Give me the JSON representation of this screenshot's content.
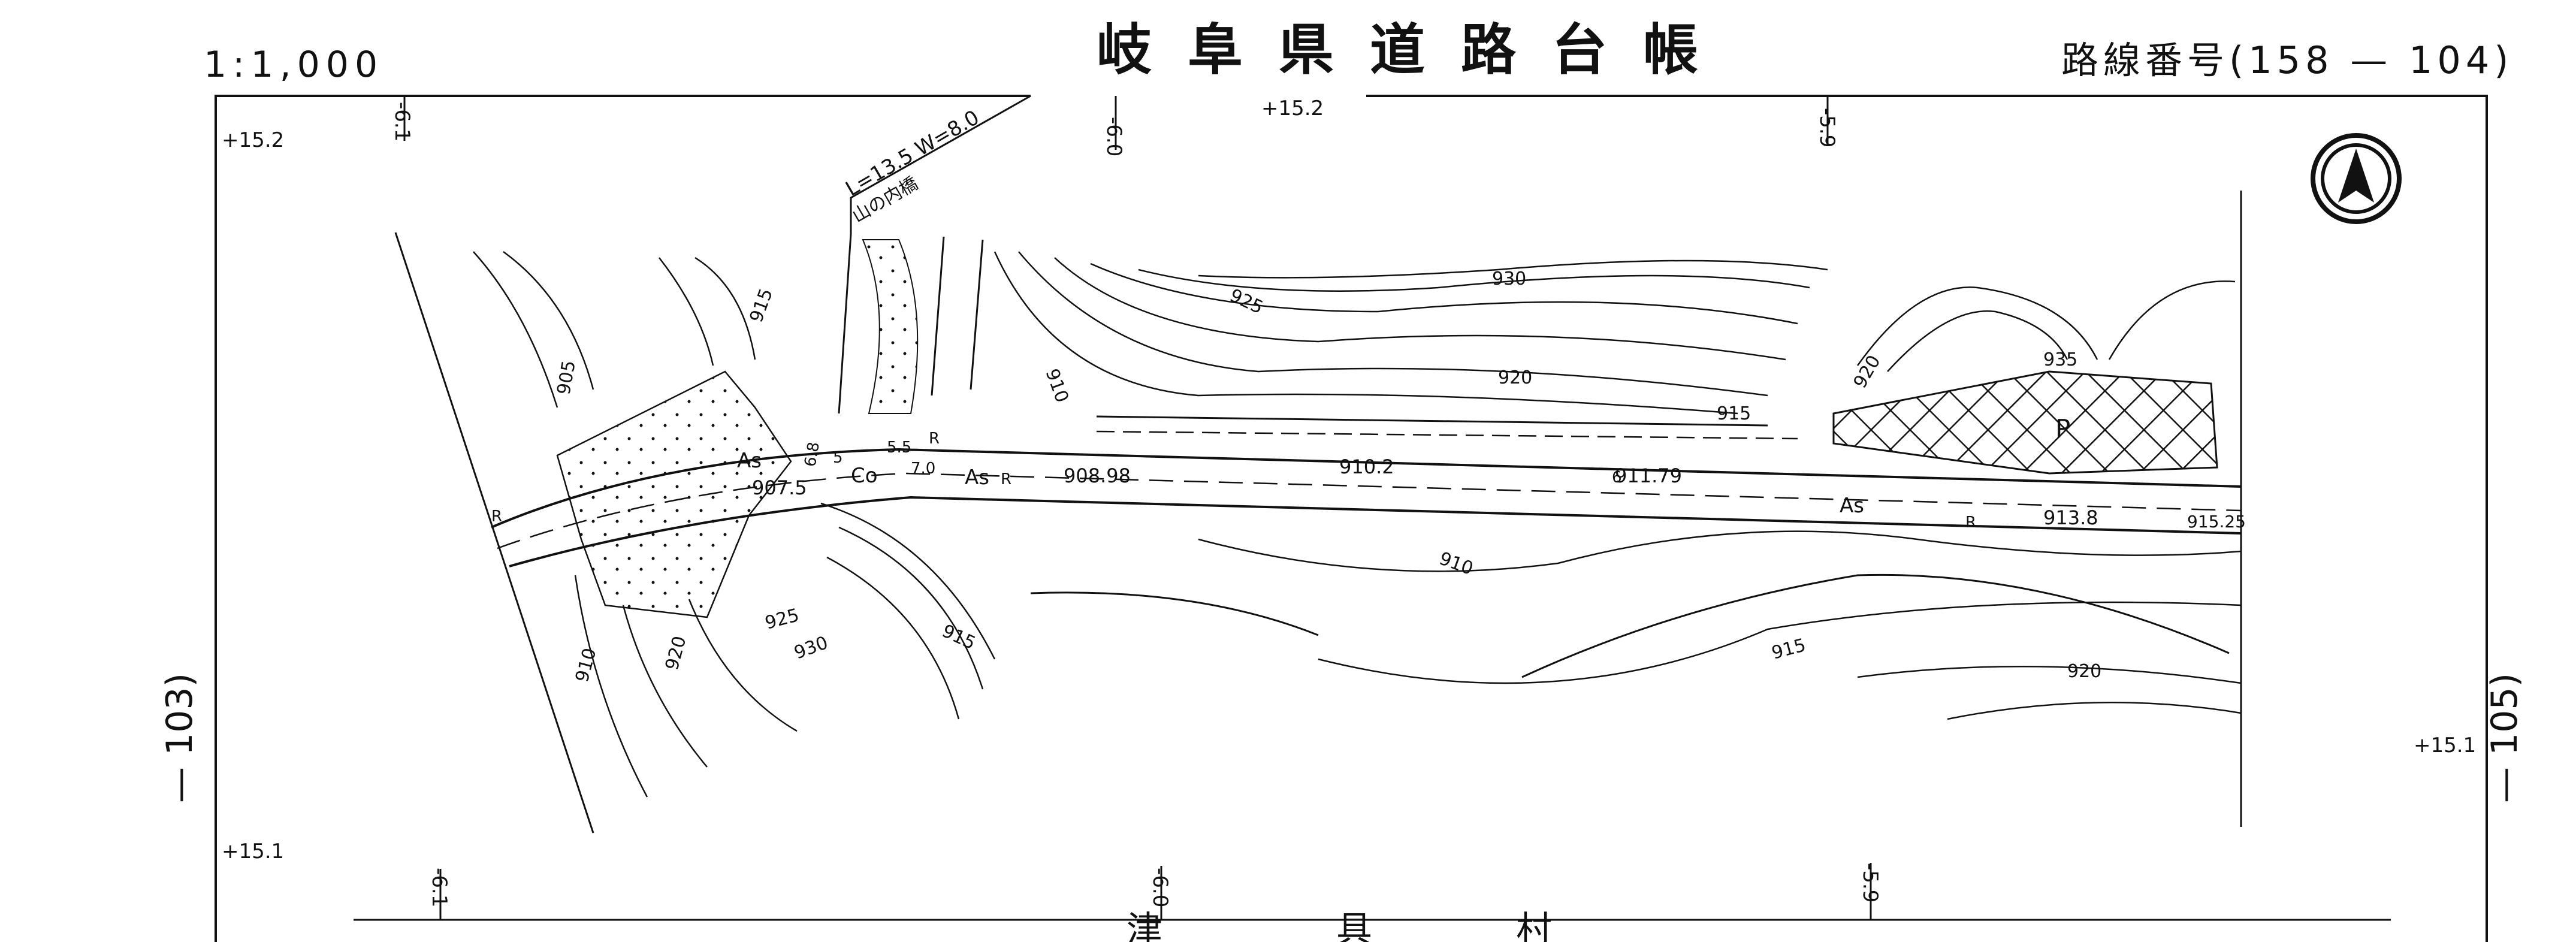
{
  "header": {
    "scale": "1:1,000",
    "title": "岐阜県道路台帳",
    "route_number": "路線番号(158 — 104)"
  },
  "sheet_refs": {
    "prev": "— 103)",
    "next": "— 105)"
  },
  "grid": {
    "top_left": "+15.2",
    "top_mid": "+15.2",
    "left_bottom": "+15.1",
    "right_bottom": "+15.1",
    "x_top": [
      "-6.1",
      "-6.0",
      "-5.9"
    ],
    "x_bottom": [
      "-6.1",
      "-6.0",
      "-5.9"
    ]
  },
  "bridge": {
    "spec": "L=13.5 W=8.0",
    "name": "山の内橋"
  },
  "road": {
    "surface_as": "As",
    "surface_co": "Co",
    "elevations": [
      "907.5",
      "908.98",
      "910.2",
      "911.79",
      "913.8",
      "915.25"
    ],
    "widths": [
      "6.8",
      "5",
      "5.5",
      "7.0",
      "6"
    ],
    "marks": [
      "R",
      "R",
      "R",
      "R"
    ]
  },
  "contours": {
    "labels": [
      "905",
      "915",
      "930",
      "925",
      "910",
      "920",
      "915",
      "935",
      "920",
      "925",
      "930",
      "915",
      "910",
      "920",
      "910",
      "915",
      "920"
    ]
  },
  "symbols": {
    "north_arrow": "north-arrow",
    "field": "P"
  },
  "bottom_text": [
    "津",
    "具",
    "村"
  ]
}
